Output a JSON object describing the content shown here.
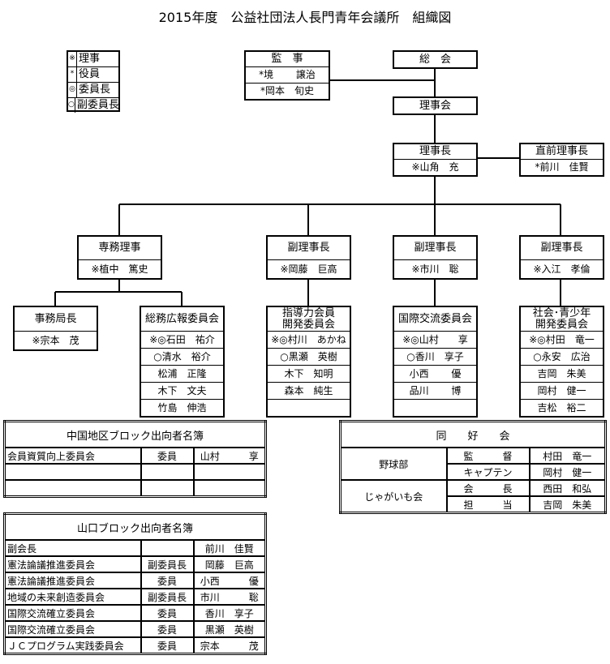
{
  "title": "2015年度　公益社団法人長門青年会議所　組織図",
  "legend": [
    {
      "mark": "※",
      "label": "理事"
    },
    {
      "mark": "*",
      "label": "役員"
    },
    {
      "mark": "◎",
      "label": "委員長"
    },
    {
      "mark": "○",
      "label": "副委員長"
    }
  ],
  "org": {
    "kanji": {
      "title": "監　事",
      "members": [
        "*境　　 譲治",
        "*岡本　旬史"
      ]
    },
    "soukai": {
      "title": "総　会"
    },
    "rijikai": {
      "title": "理事会"
    },
    "rijicho": {
      "title": "理事長",
      "members": [
        "※山角　充"
      ]
    },
    "zen_rijicho": {
      "title": "直前理事長",
      "members": [
        "*前川　佳賢"
      ]
    },
    "senmu": {
      "title": "専務理事",
      "members": [
        "※植中　篤史"
      ]
    },
    "fuku1": {
      "title": "副理事長",
      "members": [
        "※岡藤　巨高"
      ]
    },
    "fuku2": {
      "title": "副理事長",
      "members": [
        "※市川　聡"
      ]
    },
    "fuku3": {
      "title": "副理事長",
      "members": [
        "※入江　孝倫"
      ]
    },
    "jimukyoku": {
      "title": "事務局長",
      "members": [
        "※宗本　茂"
      ]
    },
    "soumu": {
      "title": "総務広報委員会",
      "members": [
        "※◎石田　祐介",
        "○清水　裕介",
        "松浦　正隆",
        "木下　文夫",
        "竹島　伸浩"
      ]
    },
    "shidou": {
      "title": "指導力会員\n開発委員会",
      "members": [
        "※◎村川　あかね",
        "○黒瀬　英樹",
        "木下　知明",
        "森本　純生",
        ""
      ]
    },
    "kokusai": {
      "title": "国際交流委員会",
      "members": [
        "※◎山村　　享",
        "○香川　享子",
        "小西　　 優",
        "品川　　 博",
        ""
      ]
    },
    "shakai": {
      "title": "社会･青少年\n開発委員会",
      "members": [
        "※◎村田　竜一",
        "○永安　広治",
        "吉岡　朱美",
        "岡村　健一",
        "吉松　裕二"
      ]
    }
  },
  "chugoku": {
    "title": "中国地区ブロック出向者名簿",
    "rows": [
      [
        "会員資質向上委員会",
        "委員",
        "山村　　　享"
      ],
      [
        "",
        "",
        ""
      ],
      [
        "",
        "",
        ""
      ]
    ]
  },
  "yamaguchi": {
    "title": "山口ブロック出向者名簿",
    "rows": [
      [
        "副会長",
        "",
        "前川　佳賢"
      ],
      [
        "憲法論議推進委員会",
        "副委員長",
        "岡藤　巨高"
      ],
      [
        "憲法論議推進委員会",
        "委員",
        "小西　　　優"
      ],
      [
        "地域の未来創造委員会",
        "副委員長",
        "市川　　　聡"
      ],
      [
        "国際交流確立委員会",
        "委員",
        "香川　享子"
      ],
      [
        "国際交流確立委員会",
        "委員",
        "黒瀬　英樹"
      ],
      [
        "ＪＣプログラム実践委員会",
        "委員",
        "宗本　　　茂"
      ]
    ]
  },
  "doukoukai": {
    "title": "同　　好　　会",
    "groups": [
      {
        "name": "野球部",
        "roles": [
          [
            "監　　　督",
            "村田　竜一"
          ],
          [
            "キャプテン",
            "岡村　健一"
          ]
        ]
      },
      {
        "name": "じゃがいも会",
        "roles": [
          [
            "会　　　長",
            "西田　和弘"
          ],
          [
            "担　　　当",
            "吉岡　朱美"
          ]
        ]
      }
    ]
  }
}
